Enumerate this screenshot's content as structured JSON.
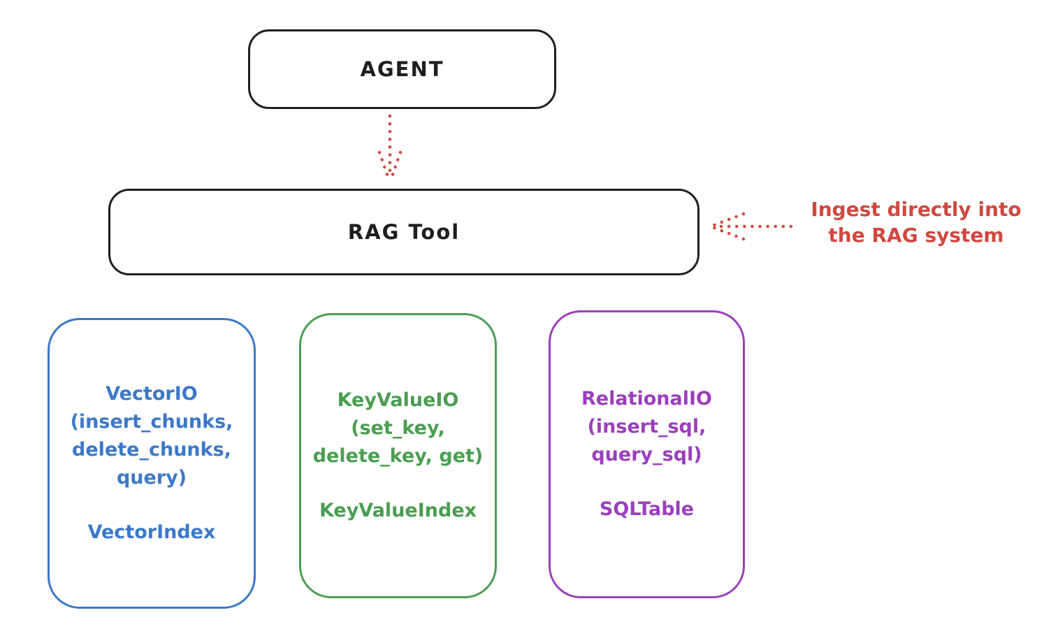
{
  "diagram": {
    "agent_box": {
      "label": "AGENT"
    },
    "rag_tool_box": {
      "label": "RAG Tool"
    },
    "annotation": {
      "line1": "Ingest directly into",
      "line2": "the RAG system",
      "color": "#cf4840"
    },
    "arrows": [
      {
        "name": "agent-to-ragtool",
        "style": "dotted",
        "direction": "down",
        "color": "#d1483f"
      },
      {
        "name": "annotation-to-ragtool",
        "style": "dotted",
        "direction": "left",
        "color": "#d1483f"
      }
    ],
    "io_boxes": [
      {
        "id": "vector-io",
        "color": "#3b78c8",
        "line1": "VectorIO",
        "line2": "(insert_chunks,",
        "line3": "delete_chunks,",
        "line4": "query)",
        "index_label": "VectorIndex"
      },
      {
        "id": "keyvalue-io",
        "color": "#4a9d52",
        "line1": "KeyValueIO",
        "line2": "(set_key,",
        "line3": "delete_key, get)",
        "index_label": "KeyValueIndex"
      },
      {
        "id": "relational-io",
        "color": "#9a3fbc",
        "line1": "RelationalIO",
        "line2": "(insert_sql,",
        "line3": "query_sql)",
        "index_label": "SQLTable"
      }
    ]
  }
}
